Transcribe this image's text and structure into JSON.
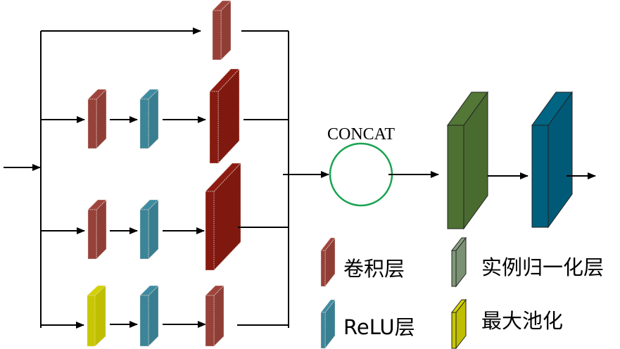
{
  "diagram": {
    "title": "Inception-style module with CONCAT",
    "concat_label": "CONCAT",
    "colors": {
      "conv": "#974139",
      "conv_dark": "#861a10",
      "relu": "#3b8599",
      "pool": "#c9c800",
      "instnorm": "#4e7133",
      "instnorm_legend": "#81997a",
      "output_relu": "#005f7d",
      "concat_circle": "#1aa352"
    },
    "branches": [
      {
        "name": "branch-1",
        "layers": [
          "conv"
        ]
      },
      {
        "name": "branch-2",
        "layers": [
          "conv",
          "relu",
          "conv-large"
        ]
      },
      {
        "name": "branch-3",
        "layers": [
          "conv",
          "relu",
          "conv-large"
        ]
      },
      {
        "name": "branch-4",
        "layers": [
          "pool",
          "relu",
          "conv"
        ]
      }
    ],
    "post_concat": [
      "instance-norm",
      "relu"
    ]
  },
  "legend": {
    "items": [
      {
        "key": "conv",
        "label": "卷积层"
      },
      {
        "key": "instnorm",
        "label": "实例归一化层"
      },
      {
        "key": "relu",
        "label": "ReLU层"
      },
      {
        "key": "pool",
        "label": "最大池化"
      }
    ]
  }
}
